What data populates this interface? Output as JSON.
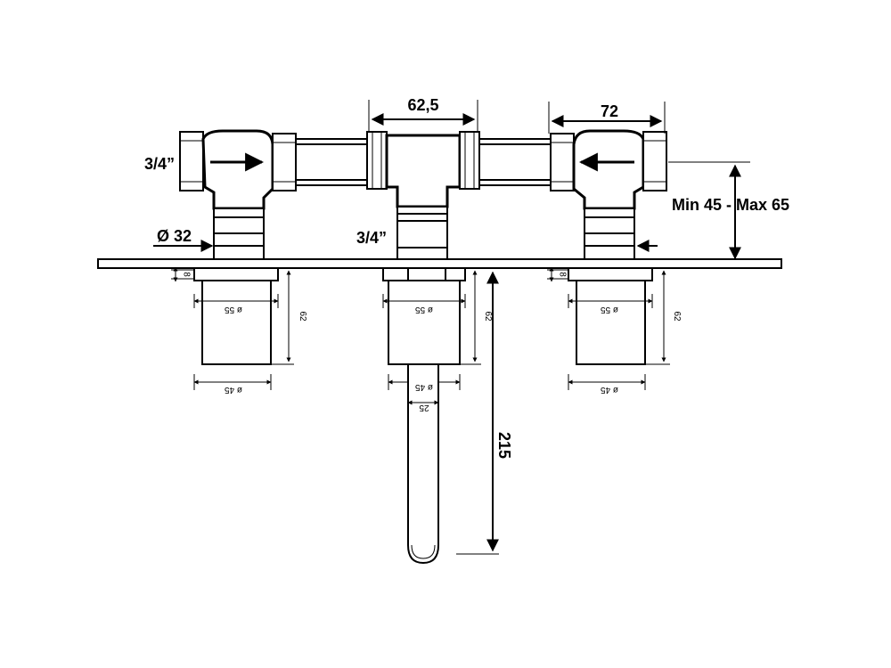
{
  "dimensions": {
    "top_center_width": "62,5",
    "top_right_width": "72",
    "depth_range": "Min 45 - Max 65",
    "thread_left": "3/4”",
    "thread_center": "3/4”",
    "pipe_diameter": "Ø 32",
    "plate_gap": "8",
    "body_outer": "ø 55",
    "body_inner": "ø 45",
    "body_height": "62",
    "spout_diameter": "25",
    "spout_length": "215"
  },
  "colors": {
    "line": "#000000",
    "background": "#ffffff"
  }
}
